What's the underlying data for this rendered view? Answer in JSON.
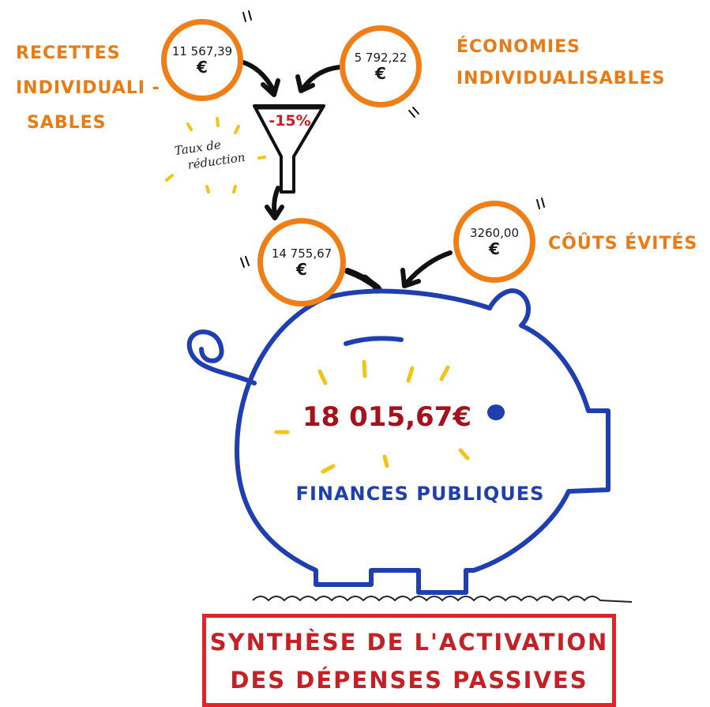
{
  "labels": {
    "recettes": [
      "RECETTES",
      "INDIVIDUALI -",
      "SABLES"
    ],
    "economies": [
      "ÉCONOMIES",
      "INDIVIDUALISABLES"
    ],
    "couts_evites": "CÔÛTS ÉVITÉS",
    "taux": [
      "Taux de",
      "réduction"
    ]
  },
  "values": {
    "recettes": "11 567,39",
    "economies": "5 792,22",
    "apres_reduction": "14 755,67",
    "couts_evites": "3260,00",
    "currency": "€",
    "reduction": "-15%"
  },
  "piggy": {
    "total": "18 015,67€",
    "label": "FINANCES PUBLIQUES"
  },
  "title": {
    "line1": "SYNTHÈSE DE L'ACTIVATION",
    "line2": "DES DÉPENSES PASSIVES"
  },
  "colors": {
    "orange": "#f07e16",
    "blue": "#1f3fb0",
    "red": "#c42126",
    "yellow": "#f3c316"
  }
}
